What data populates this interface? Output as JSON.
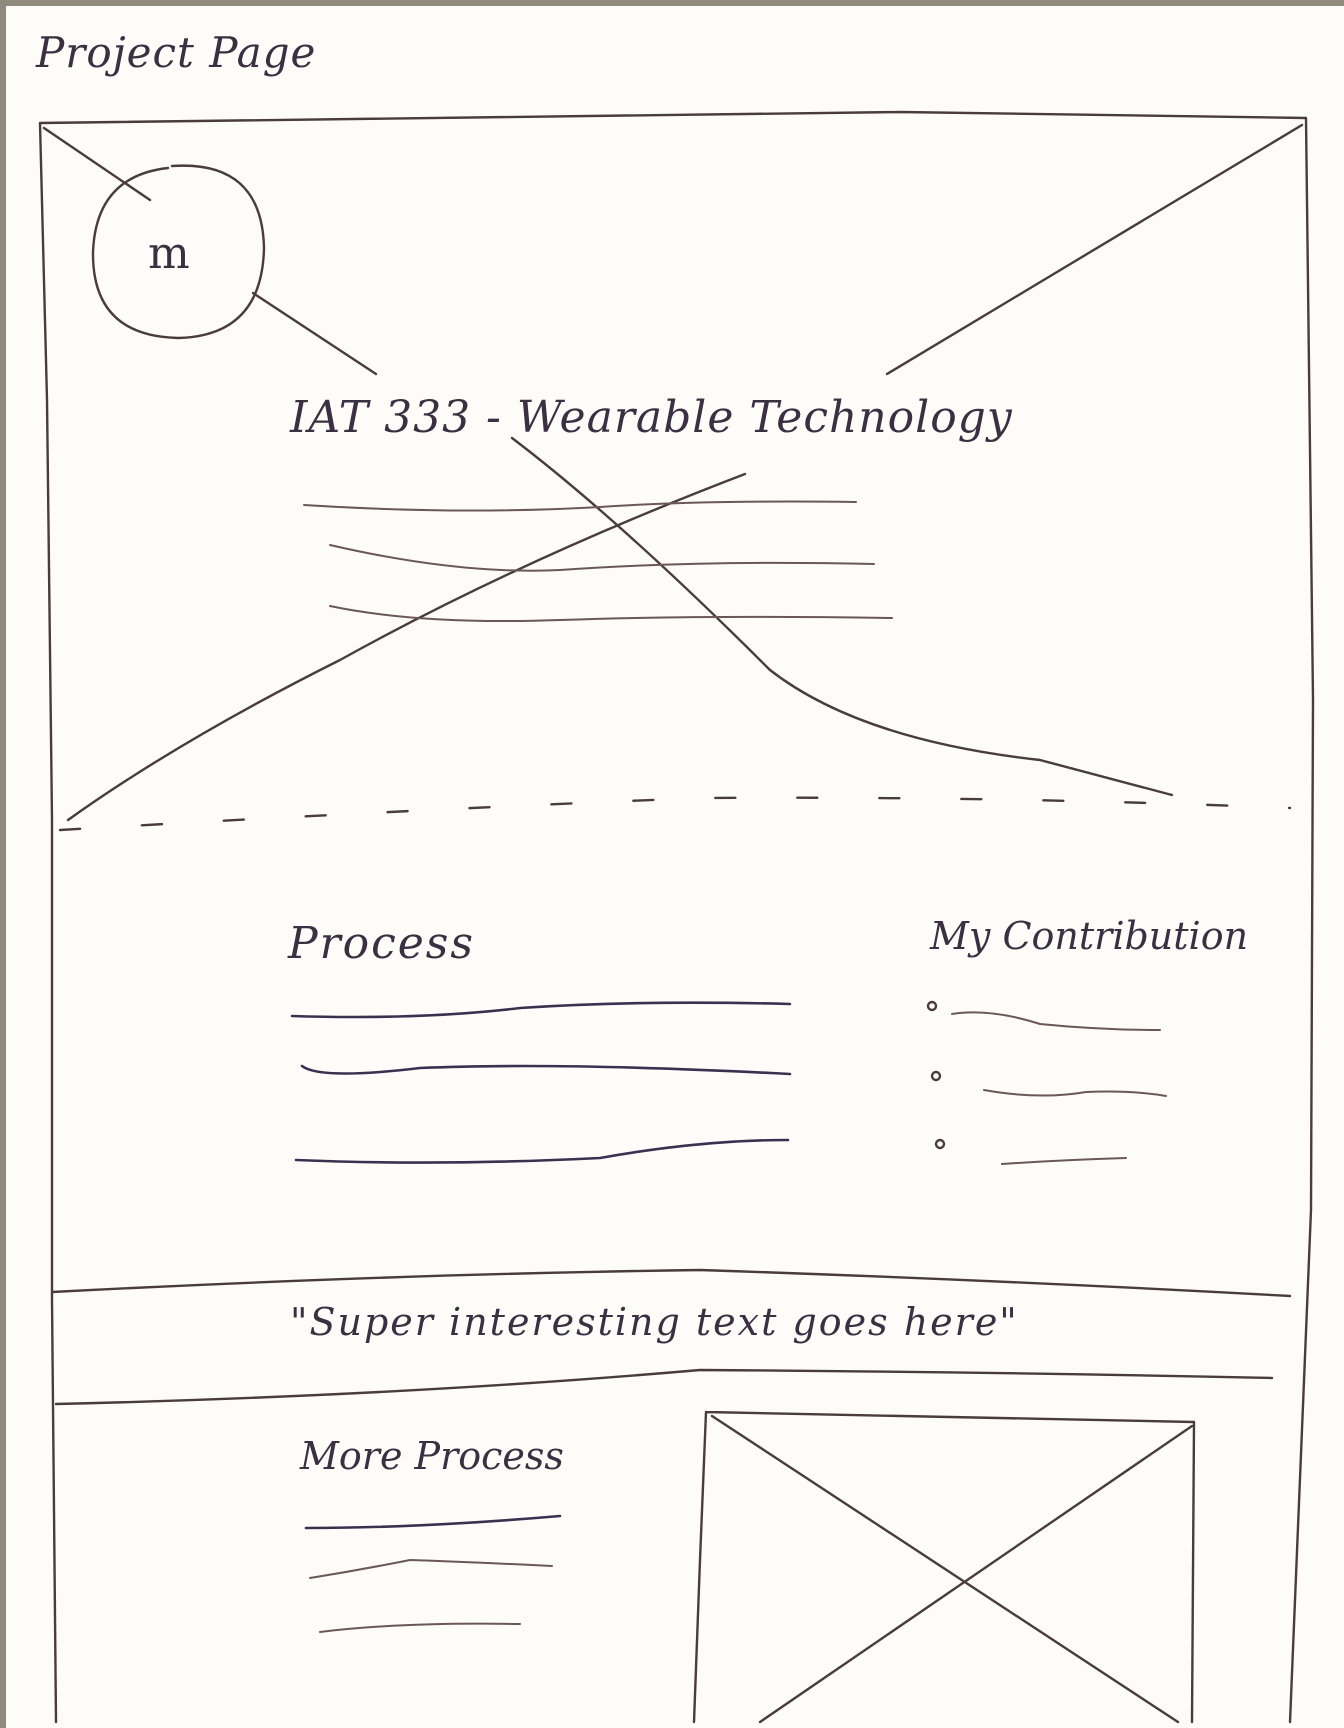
{
  "page_label": "Project Page",
  "logo": {
    "letter": "m"
  },
  "hero": {
    "title": "IAT 333 - Wearable Technology",
    "image_placeholder": "crossed-box",
    "text_lines": 3
  },
  "process": {
    "heading": "Process",
    "text_lines": 3
  },
  "contribution": {
    "heading": "My Contribution",
    "bullet_count": 3
  },
  "quote_band": {
    "text": "\"Super interesting text goes here\""
  },
  "more_process": {
    "heading": "More Process",
    "text_lines": 3,
    "image_placeholder": "crossed-box"
  },
  "colors": {
    "ink": "#4a3c3a",
    "paper": "#fdfcf9",
    "background": "#8f8a7c"
  }
}
